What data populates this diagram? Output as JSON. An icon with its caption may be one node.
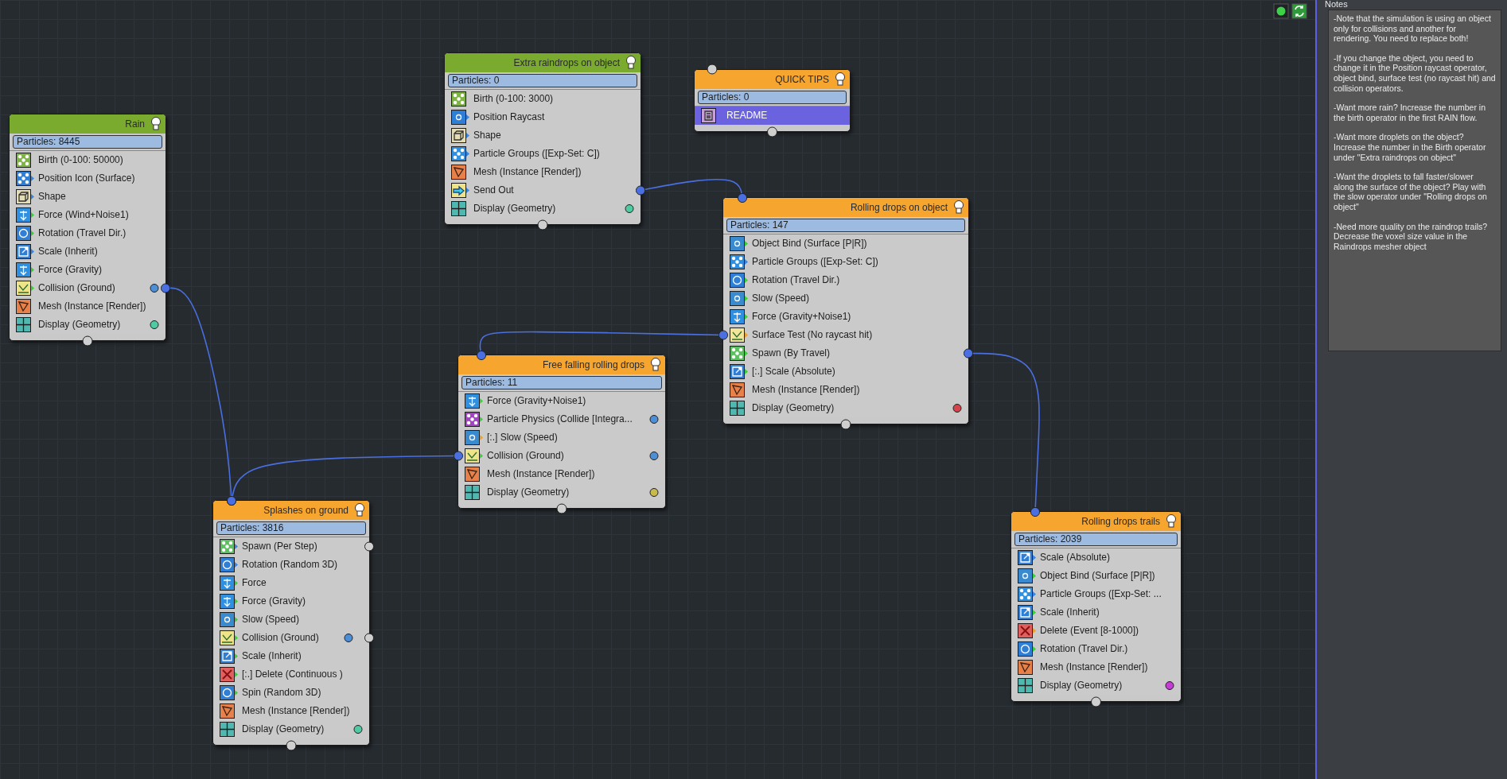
{
  "diagram": {
    "nodes": [
      {
        "text": [
          "Rain",
          "Particles: 8445"
        ]
      },
      {
        "text": [
          "Birth (0-100: 50000)"
        ],
        "in": 0
      },
      {
        "text": [
          "Position Icon (Surface)"
        ],
        "in": 0
      },
      {
        "text": [
          "Shape"
        ],
        "in": 0
      },
      {
        "text": [
          "Force (Wind+Noise1)"
        ],
        "in": 0
      },
      {
        "text": [
          "Rotation (Travel Dir.)"
        ],
        "in": 0
      },
      {
        "text": [
          "Scale (Inherit)"
        ],
        "in": 0
      },
      {
        "text": [
          "Force (Gravity)"
        ],
        "in": 0
      },
      {
        "text": [
          "Collision (Ground)"
        ],
        "in": 0
      },
      {
        "text": [
          "Mesh (Instance [Render])"
        ],
        "in": 0
      },
      {
        "text": [
          "Display (Geometry)"
        ],
        "in": 0
      },
      {
        "text": [
          "Extra raindrops on object",
          "Particles: 0"
        ]
      },
      {
        "text": [
          "Birth (0-100: 3000)"
        ],
        "in": 11
      },
      {
        "text": [
          "Position Raycast"
        ],
        "in": 11
      },
      {
        "text": [
          "Shape"
        ],
        "in": 11
      },
      {
        "text": [
          "Particle Groups ([Exp-Set: C])"
        ],
        "in": 11
      },
      {
        "text": [
          "Mesh (Instance [Render])"
        ],
        "in": 11
      },
      {
        "text": [
          "Send Out"
        ],
        "in": 11
      },
      {
        "text": [
          "Display (Geometry)"
        ],
        "in": 11
      },
      {
        "text": [
          "QUICK TIPS",
          "Particles: 0"
        ]
      },
      {
        "text": [
          "README"
        ],
        "in": 19
      },
      {
        "text": [
          "Rolling drops on object",
          "Particles: 147"
        ]
      },
      {
        "text": [
          "Object Bind (Surface [P|R])"
        ],
        "in": 21
      },
      {
        "text": [
          "Particle Groups ([Exp-Set: C])"
        ],
        "in": 21
      },
      {
        "text": [
          "Rotation (Travel Dir.)"
        ],
        "in": 21
      },
      {
        "text": [
          "Slow (Speed)"
        ],
        "in": 21
      },
      {
        "text": [
          "Force (Gravity+Noise1)"
        ],
        "in": 21
      },
      {
        "text": [
          "Surface Test (No raycast hit)"
        ],
        "in": 21
      },
      {
        "text": [
          "Spawn (By Travel)"
        ],
        "in": 21
      },
      {
        "text": [
          "[:.] Scale (Absolute)"
        ],
        "in": 21
      },
      {
        "text": [
          "Mesh (Instance [Render])"
        ],
        "in": 21
      },
      {
        "text": [
          "Display (Geometry)"
        ],
        "in": 21
      },
      {
        "text": [
          "Free falling rolling drops",
          "Particles: 11"
        ]
      },
      {
        "text": [
          "Force (Gravity+Noise1)"
        ],
        "in": 32
      },
      {
        "text": [
          "Particle Physics (Collide [Integra..."
        ],
        "in": 32
      },
      {
        "text": [
          "[:.] Slow (Speed)"
        ],
        "in": 32
      },
      {
        "text": [
          "Collision (Ground)"
        ],
        "in": 32
      },
      {
        "text": [
          "Mesh (Instance [Render])"
        ],
        "in": 32
      },
      {
        "text": [
          "Display (Geometry)"
        ],
        "in": 32
      },
      {
        "text": [
          "Splashes on ground",
          "Particles: 3816"
        ]
      },
      {
        "text": [
          "Spawn (Per Step)"
        ],
        "in": 39
      },
      {
        "text": [
          "Rotation (Random 3D)"
        ],
        "in": 39
      },
      {
        "text": [
          "Force"
        ],
        "in": 39
      },
      {
        "text": [
          "Force (Gravity)"
        ],
        "in": 39
      },
      {
        "text": [
          "Slow (Speed)"
        ],
        "in": 39
      },
      {
        "text": [
          "Collision (Ground)"
        ],
        "in": 39
      },
      {
        "text": [
          "Scale (Inherit)"
        ],
        "in": 39
      },
      {
        "text": [
          "[:.] Delete (Continuous )"
        ],
        "in": 39
      },
      {
        "text": [
          "Spin (Random 3D)"
        ],
        "in": 39
      },
      {
        "text": [
          "Mesh (Instance [Render])"
        ],
        "in": 39
      },
      {
        "text": [
          "Display (Geometry)"
        ],
        "in": 39
      },
      {
        "text": [
          "Rolling drops trails",
          "Particles: 2039"
        ]
      },
      {
        "text": [
          "Scale (Absolute)"
        ],
        "in": 51
      },
      {
        "text": [
          "Object Bind (Surface [P|R])"
        ],
        "in": 51
      },
      {
        "text": [
          "Particle Groups ([Exp-Set: ..."
        ],
        "in": 51
      },
      {
        "text": [
          "Scale (Inherit)"
        ],
        "in": 51
      },
      {
        "text": [
          "Delete (Event [8-1000])"
        ],
        "in": 51
      },
      {
        "text": [
          "Rotation (Travel Dir.)"
        ],
        "in": 51
      },
      {
        "text": [
          "Mesh (Instance [Render])"
        ],
        "in": 51
      },
      {
        "text": [
          "Display (Geometry)"
        ],
        "in": 51
      },
      {
        "text": [
          "Notes",
          "-Note that the simulation is using an object only for collisions and another for rendering. You need to replace both!",
          "-If you change the object, you need to change it in the Position raycast operator, object bind, surface test (no raycast hit) and collision operators.",
          "-Want more rain? Increase the number in the birth operator in the first RAIN flow.",
          "-Want more droplets on the object? Increase the number in the Birth operator under \"Extra raindrops on object\"",
          "-Want the droplets to fall faster/slower along the surface of the object? Play with the slow operator under \"Rolling drops on object\"",
          "-Need more quality on the raindrop trails? Decrease the voxel size value in the Raindrops mesher object"
        ]
      }
    ],
    "edges": [
      {
        "from": 8,
        "to": 39,
        "arrow": "other"
      },
      {
        "from": 36,
        "to": 39,
        "arrow": "other"
      },
      {
        "from": 17,
        "to": 21,
        "arrow": "other"
      },
      {
        "from": 27,
        "to": 32,
        "arrow": "other"
      },
      {
        "from": 28,
        "to": 51,
        "arrow": "other"
      }
    ]
  }
}
